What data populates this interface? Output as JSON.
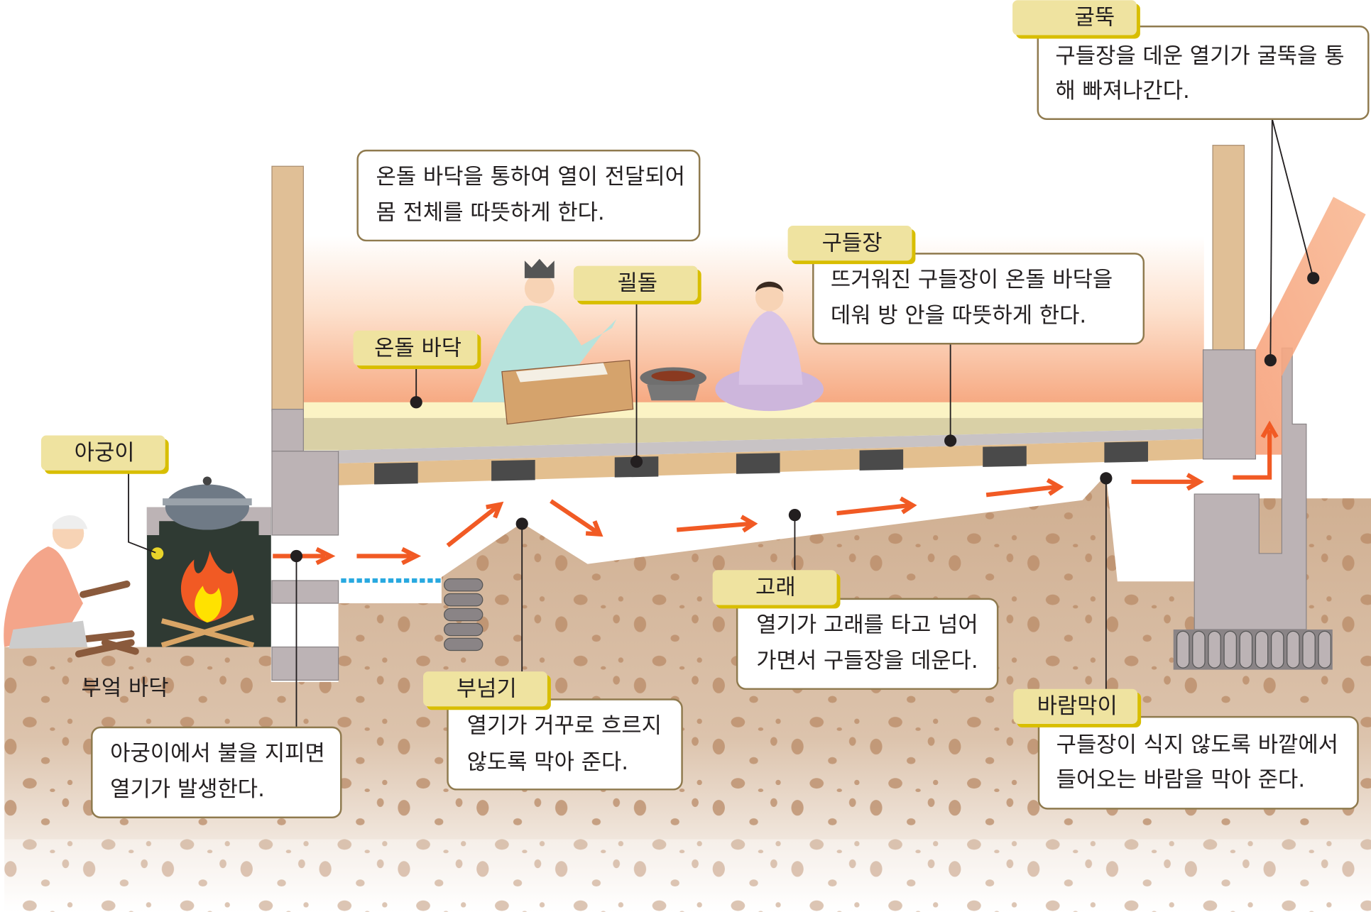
{
  "title": "온돌의 구조",
  "labels": {
    "chimney": {
      "tag": "굴뚝",
      "desc": [
        "구들장을 데운 열기가 굴뚝을 통",
        "해 빠져나간다."
      ]
    },
    "floor_desc": [
      "온돌 바닥을 통하여 열이 전달되어",
      "몸 전체를 따뜻하게 한다."
    ],
    "gudeuljang": {
      "tag": "구들장",
      "desc": [
        "뜨거워진 구들장이 온돌 바닥을",
        "데워 방 안을 따뜻하게 한다."
      ]
    },
    "goeldol": {
      "tag": "괼돌"
    },
    "ondol_floor": {
      "tag": "온돌 바닥"
    },
    "agungi": {
      "tag": "아궁이",
      "desc": [
        "아궁이에서 불을 지피면",
        "열기가 발생한다."
      ]
    },
    "kitchen_floor": "부엌 바닥",
    "gorae": {
      "tag": "고래",
      "desc": [
        "열기가 고래를 타고 넘어",
        "가면서 구들장을 데운다."
      ]
    },
    "buneomgi": {
      "tag": "부넘기",
      "desc": [
        "열기가 거꾸로 흐르지",
        "않도록 막아 준다."
      ]
    },
    "barammagi": {
      "tag": "바람막이",
      "desc": [
        "구들장이 식지 않도록 바깥에서",
        "들어오는 바람을 막아 준다."
      ]
    }
  },
  "colors": {
    "heat_arrow": "#f15a24",
    "tag_fill": "#efe3a0",
    "tag_shadow": "#d8be00",
    "ground": "#cfae90",
    "room_glow": "#f9b994"
  }
}
